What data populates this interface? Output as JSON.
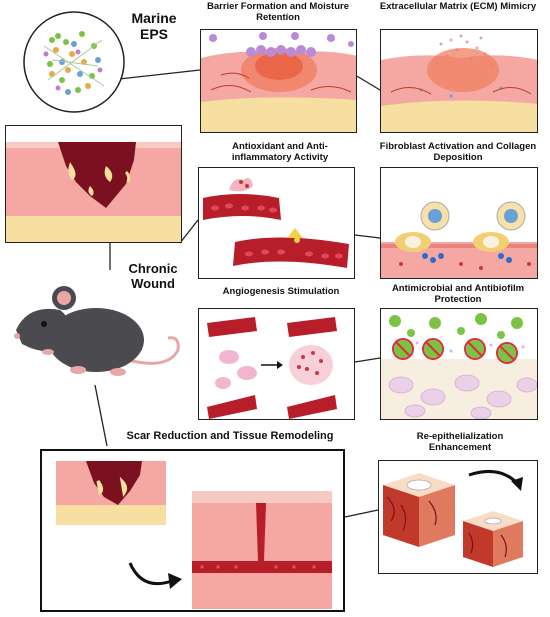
{
  "labels": {
    "marine_eps": "Marine\nEPS",
    "barrier": "Barrier Formation and Moisture Retention",
    "ecm": "Extracellular Matrix (ECM) Mimicry",
    "antioxidant": "Antioxidant and Anti-inflammatory Activity",
    "fibroblast": "Fibroblast Activation and Collagen Deposition",
    "chronic_wound": "Chronic\nWound",
    "angiogenesis": "Angiogenesis Stimulation",
    "antimicrobial": "Antimicrobial and Antibiofilm Protection",
    "scar": "Scar Reduction and Tissue Remodeling",
    "reepi": "Re-epithelialization Enhancement"
  },
  "colors": {
    "skin_pink": "#f4a7a3",
    "skin_light": "#f7c9c3",
    "fat_yellow": "#f6dfa0",
    "wound_dark": "#7b1020",
    "vessel_red": "#b81d2a",
    "eps_purple": "#b98ad6",
    "bacteria_green": "#7cc243",
    "mouse_gray": "#4a4a4f",
    "ear_pink": "#e9a6a6"
  }
}
